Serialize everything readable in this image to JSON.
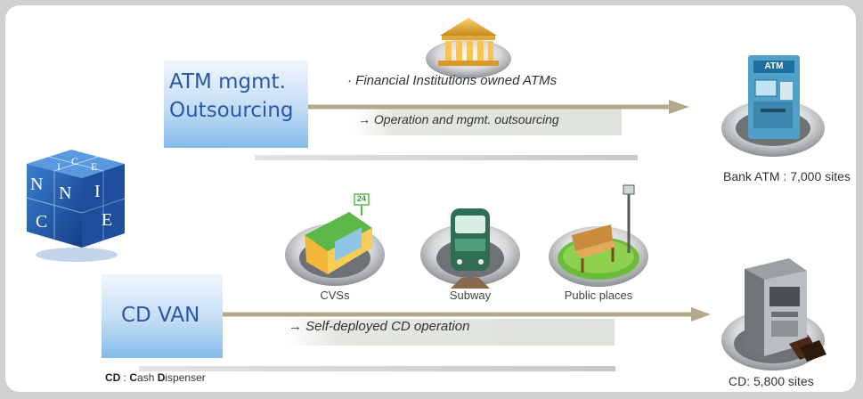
{
  "atm_box": {
    "line1": "ATM mgmt.",
    "line2": "Outsourcing"
  },
  "atm_arrow": {
    "top_text": "· Financial Institutions owned ATMs",
    "bottom_text": "→ Operation and mgmt. outsourcing"
  },
  "bank_atm": {
    "screen_label": "ATM",
    "label": "Bank ATM : 7,000 sites"
  },
  "cube_letters": [
    "N",
    "I",
    "C",
    "E",
    "N",
    "I",
    "C",
    "E"
  ],
  "venues": [
    {
      "label": "CVSs",
      "sign": "24"
    },
    {
      "label": "Subway"
    },
    {
      "label": "Public places"
    }
  ],
  "cd_box": {
    "label": "CD VAN"
  },
  "cd_arrow": {
    "text": "→ Self-deployed CD operation"
  },
  "cd_machine": {
    "label": "CD: 5,800 sites"
  },
  "cd_note": {
    "abbr": "CD",
    "sep": " : ",
    "w1_initial": "C",
    "w1_rest": "ash ",
    "w2_initial": "D",
    "w2_rest": "ispenser"
  },
  "colors": {
    "box_gradient_top": "#e6f0fb",
    "box_gradient_bottom": "#8cc0ec",
    "box_text": "#2a58a8",
    "arrow_band": "#e6eae2",
    "arrow_line": "#b3a98a"
  }
}
